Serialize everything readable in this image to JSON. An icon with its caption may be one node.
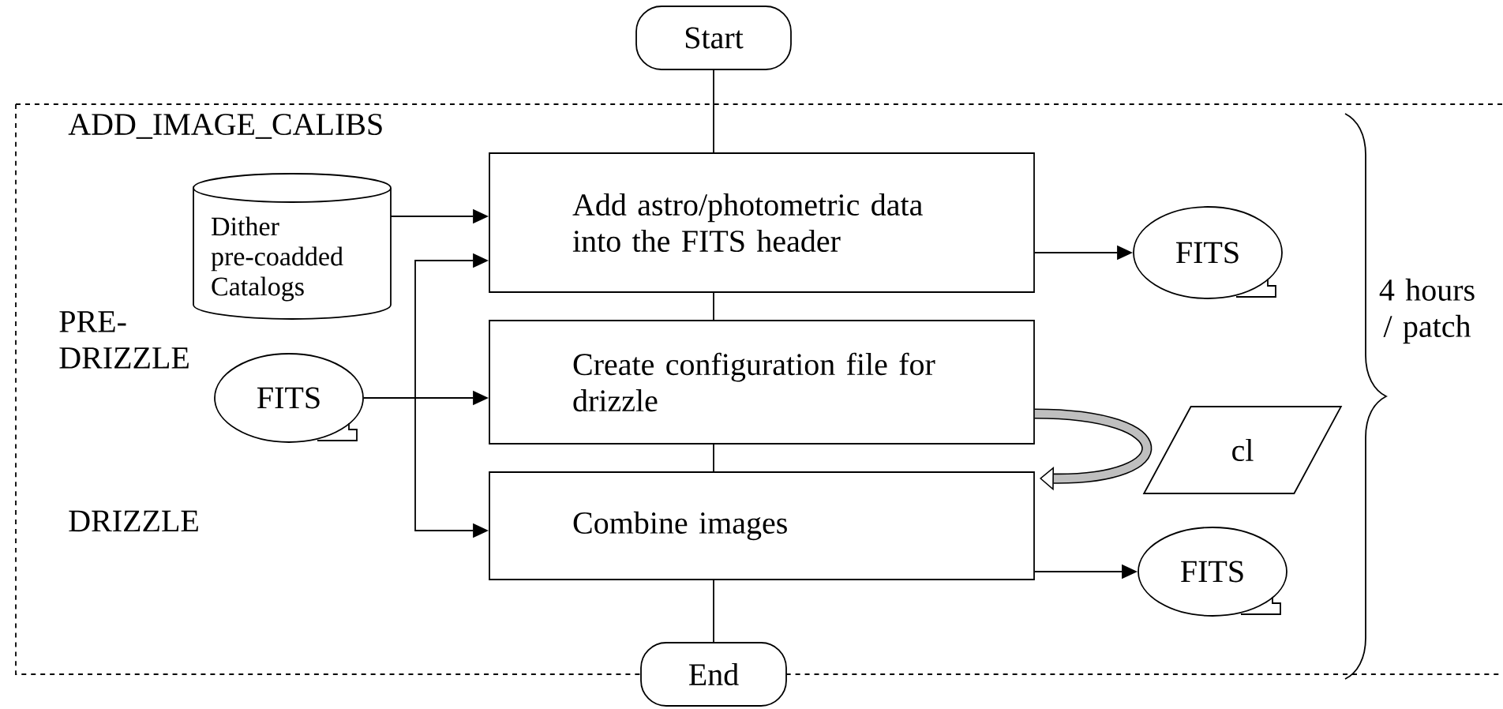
{
  "diagram": {
    "nodes": [
      {
        "text": [
          "Start"
        ]
      },
      {
        "text": [
          "Dither pre-coadded Catalogs"
        ]
      },
      {
        "text": [
          "Add astro/photometric data into the FITS header"
        ]
      },
      {
        "text": [
          "FITS"
        ]
      },
      {
        "text": [
          "FITS"
        ]
      },
      {
        "text": [
          "Create configuration file for drizzle"
        ]
      },
      {
        "text": [
          "cl"
        ]
      },
      {
        "text": [
          "Combine images"
        ]
      },
      {
        "text": [
          "FITS"
        ]
      },
      {
        "text": [
          "End"
        ]
      }
    ],
    "edges": [
      {
        "from": 0,
        "to": 2,
        "arrow": "none"
      },
      {
        "from": 1,
        "to": 2,
        "arrow": "to"
      },
      {
        "from": 4,
        "to": 2,
        "arrow": "to"
      },
      {
        "from": 2,
        "to": 3,
        "arrow": "to"
      },
      {
        "from": 2,
        "to": 5,
        "arrow": "none"
      },
      {
        "from": 4,
        "to": 5,
        "arrow": "to"
      },
      {
        "from": 5,
        "to": 7,
        "arrow": "to",
        "style": "thick"
      },
      {
        "from": 4,
        "to": 7,
        "arrow": "to"
      },
      {
        "from": 5,
        "to": 7,
        "arrow": "none"
      },
      {
        "from": 7,
        "to": 8,
        "arrow": "to"
      },
      {
        "from": 7,
        "to": 9,
        "arrow": "none"
      }
    ],
    "labels": [
      "ADD_IMAGE_CALIBS",
      "PRE- DRIZZLE",
      "DRIZZLE",
      "4 hours / patch"
    ]
  }
}
